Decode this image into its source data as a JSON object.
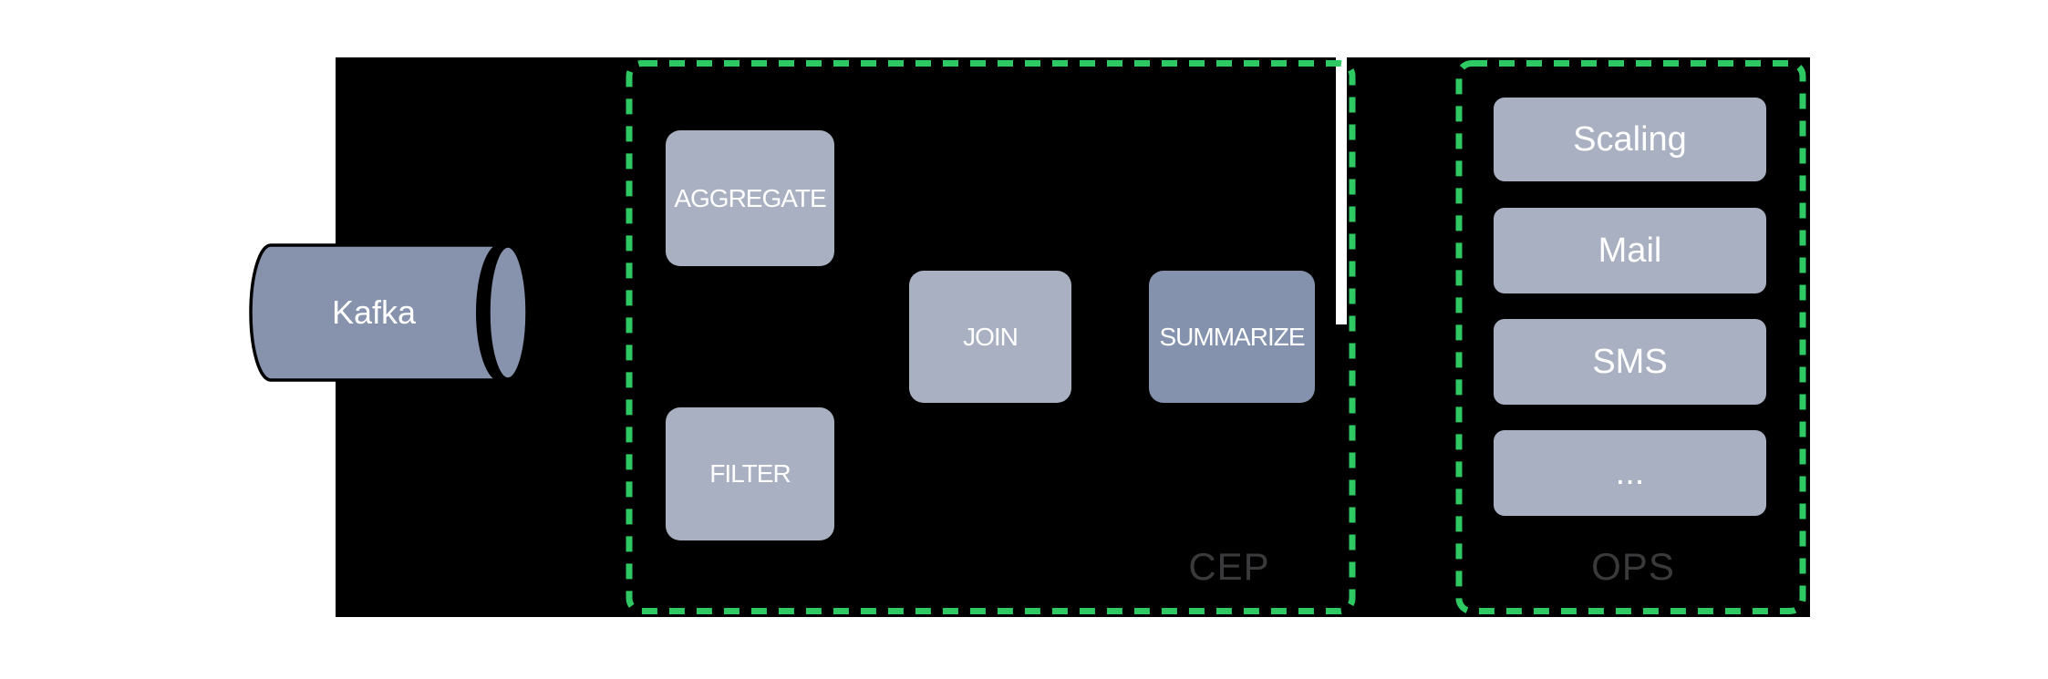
{
  "diagram": {
    "source": {
      "label": "Kafka",
      "shape": "cylinder"
    },
    "groups": [
      {
        "label": "CEP",
        "nodes": [
          "AGGREGATE",
          "FILTER",
          "JOIN",
          "SUMMARIZE"
        ]
      },
      {
        "label": "OPS",
        "nodes": [
          "Scaling",
          "Mail",
          "SMS",
          "..."
        ]
      }
    ],
    "colors": {
      "page_background": "#FFFFFF",
      "panel_background": "#000000",
      "dashed_boundary_green": "#2FC963",
      "node_fill": "#A9B0C2",
      "node_fill_emphasis": "#8492AE",
      "cylinder_fill": "#8793AD",
      "node_text": "#FFFFFF",
      "zone_label_text": "#3A3A3C"
    }
  }
}
